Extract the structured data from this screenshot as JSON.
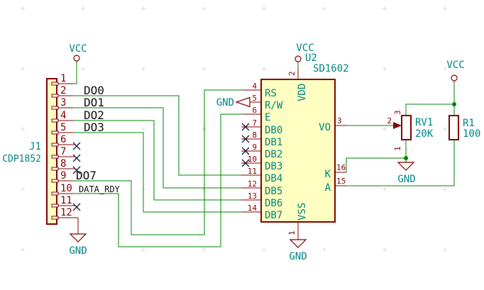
{
  "meta": {
    "kind": "electronic-schematic"
  },
  "colors": {
    "wire": "#008400",
    "outline": "#840000",
    "fill": "#FFFFC2",
    "teal": "#008484",
    "pin-num": "#840000",
    "net": "#101010",
    "nc": "#1e1e40",
    "bg": "#ffffff",
    "grid": "#dcdcdc"
  },
  "power_labels": {
    "vcc": "VCC",
    "gnd": "GND"
  },
  "net_labels": {
    "do0": "DO0",
    "do1": "DO1",
    "do2": "DO2",
    "do3": "DO3",
    "do7": "DO7",
    "data_rdy": "DATA_RDY"
  },
  "components": {
    "j1": {
      "ref": "J1",
      "value": "CDP1852",
      "pin_numbers": [
        "1",
        "2",
        "3",
        "4",
        "5",
        "6",
        "7",
        "8",
        "9",
        "10",
        "11",
        "12"
      ]
    },
    "u2": {
      "ref": "U2",
      "value": "SD1602",
      "left_pins": [
        {
          "num": "4",
          "name": "RS"
        },
        {
          "num": "5",
          "name": "R/W"
        },
        {
          "num": "6",
          "name": "E"
        },
        {
          "num": "7",
          "name": "DB0"
        },
        {
          "num": "8",
          "name": "DB1"
        },
        {
          "num": "9",
          "name": "DB2"
        },
        {
          "num": "10",
          "name": "DB3"
        },
        {
          "num": "11",
          "name": "DB4"
        },
        {
          "num": "12",
          "name": "DB5"
        },
        {
          "num": "13",
          "name": "DB6"
        },
        {
          "num": "14",
          "name": "DB7"
        }
      ],
      "right_pins": [
        {
          "num": "3",
          "name": "VO"
        },
        {
          "num": "16",
          "name": "K"
        },
        {
          "num": "15",
          "name": "A"
        }
      ],
      "top_pin": {
        "num": "2",
        "name": "VDD"
      },
      "bottom_pin": {
        "num": "1",
        "name": "VSS"
      }
    },
    "rv1": {
      "ref": "RV1",
      "value": "20K",
      "pin_numbers": [
        "1",
        "2",
        "3"
      ]
    },
    "r1": {
      "ref": "R1",
      "value": "100"
    }
  }
}
